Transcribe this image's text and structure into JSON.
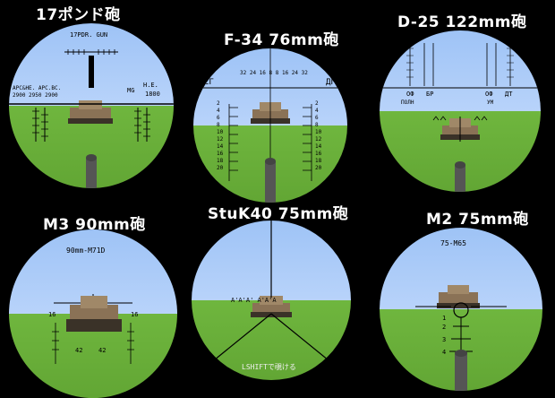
{
  "titles": {
    "p1": "17ポンド砲",
    "p2": "F-34 76mm砲",
    "p3": "D-25  122mm砲",
    "p4": "M3 90mm砲",
    "p5": "StuK40 75mm砲",
    "p6": "M2 75mm砲"
  },
  "scope1": {
    "gun": "17PDR. GUN",
    "left_header": "APC&HE. APC.BC.",
    "left_nums": "2900 2950 2900",
    "mg": "MG",
    "he": "H.E.",
    "he_num": "1800"
  },
  "scope2": {
    "top_scale": "32 24 16 8  8 16 24 32",
    "left_mark": "СГ",
    "right_mark": "ДГ"
  },
  "scope3": {
    "of_left": "ОФ",
    "br": "БР",
    "of_right": "ОФ",
    "dt": "ДТ",
    "poln": "ПОЛН",
    "um": "УМ"
  },
  "scope4": {
    "label": "90mm-M71D",
    "left_num": "16",
    "right_num": "16",
    "bottom_left": "42",
    "bottom_right": "42"
  },
  "scope5": {
    "chevrons": "A'A'A'  A'A'A",
    "hint": "LSHIFTで覗ける"
  },
  "scope6": {
    "label": "75-M65",
    "n1": "1",
    "n2": "2",
    "n3": "3",
    "n4": "4"
  },
  "colors": {
    "sky": "#b8d3fa",
    "grass": "#6fb63e",
    "background": "#000000"
  }
}
